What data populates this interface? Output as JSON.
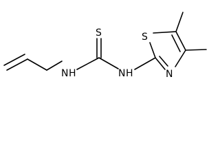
{
  "molecule": {
    "atoms": {
      "s_thione": "S",
      "nh_left": "N",
      "h_left": "H",
      "nh_right": "N",
      "h_right": "H",
      "s_ring": "S",
      "n_ring": "N"
    }
  }
}
